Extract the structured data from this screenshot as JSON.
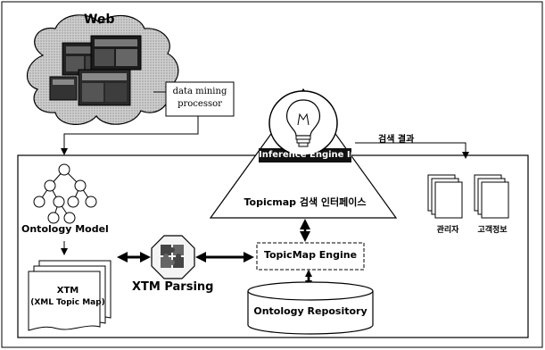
{
  "labels": {
    "web": "Web",
    "data_mining_processor": "data mining\nprocessor",
    "search_result": "검색 결과",
    "inference_engine_index": "Inference Engine Index",
    "topicmap_search_interface": "Topicmap 검색 인터페이스",
    "ontology_model": "Ontology Model",
    "xtm": "XTM",
    "xtm_full": "(XML Topic Map)",
    "xtm_parsing": "XTM Parsing",
    "topicmap_engine": "TopicMap Engine",
    "ontology_repository": "Ontology  Repository",
    "manager": "관리자",
    "customer_info": "고객정보"
  }
}
